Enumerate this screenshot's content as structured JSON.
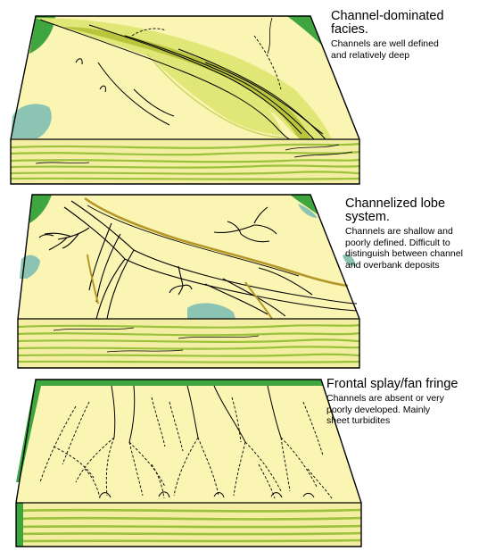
{
  "colors": {
    "background": "#ffffff",
    "plain": "#fbf5b4",
    "channel": "#e0e777",
    "channel_dark": "#b9c63d",
    "blue_patch": "#8cc4b4",
    "green_margin": "#3fa63f",
    "strata": "#9bc23a",
    "side_fill": "#f3eea3",
    "channel_edge": "#b59728",
    "outline": "#000000"
  },
  "blocks": [
    {
      "title": "Channel-dominated\nfacies.",
      "description": "Channels are well  defined\nand relatively deep"
    },
    {
      "title": "Channelized lobe\nsystem.",
      "description": "Channels are shallow and\npoorly defined. Difficult to\ndistinguish between channel\nand overbank deposits"
    },
    {
      "title": "Frontal splay/fan fringe",
      "description": "Channels are absent or very\npoorly developed. Mainly\nsheet turbidites"
    }
  ]
}
